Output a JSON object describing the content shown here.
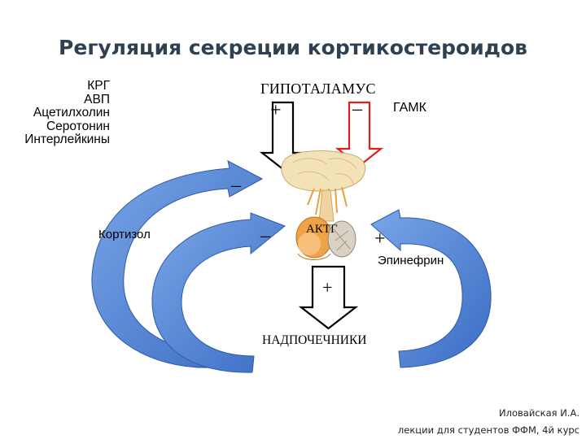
{
  "title": "Регуляция секреции кортикостероидов",
  "factors": [
    "КРГ",
    "АВП",
    "Ацетилхолин",
    "Серотонин",
    "Интерлейкины"
  ],
  "hypothalamus": "ГИПОТАЛАМУС",
  "gaba": "ГАМК",
  "plus": "+",
  "minus": "–",
  "cortisol": "Кортизол",
  "acth": "АКТГ",
  "epinephrine": "Эпинефрин",
  "adrenals": "НАДПОЧЕЧНИКИ",
  "author": "Иловайская И.А.",
  "course": "лекции для студентов ФФМ, 4й курс",
  "colors": {
    "title": "#2f4050",
    "loop_arrow": "#4a7fd0",
    "gaba_arrow": "#e0201a"
  }
}
